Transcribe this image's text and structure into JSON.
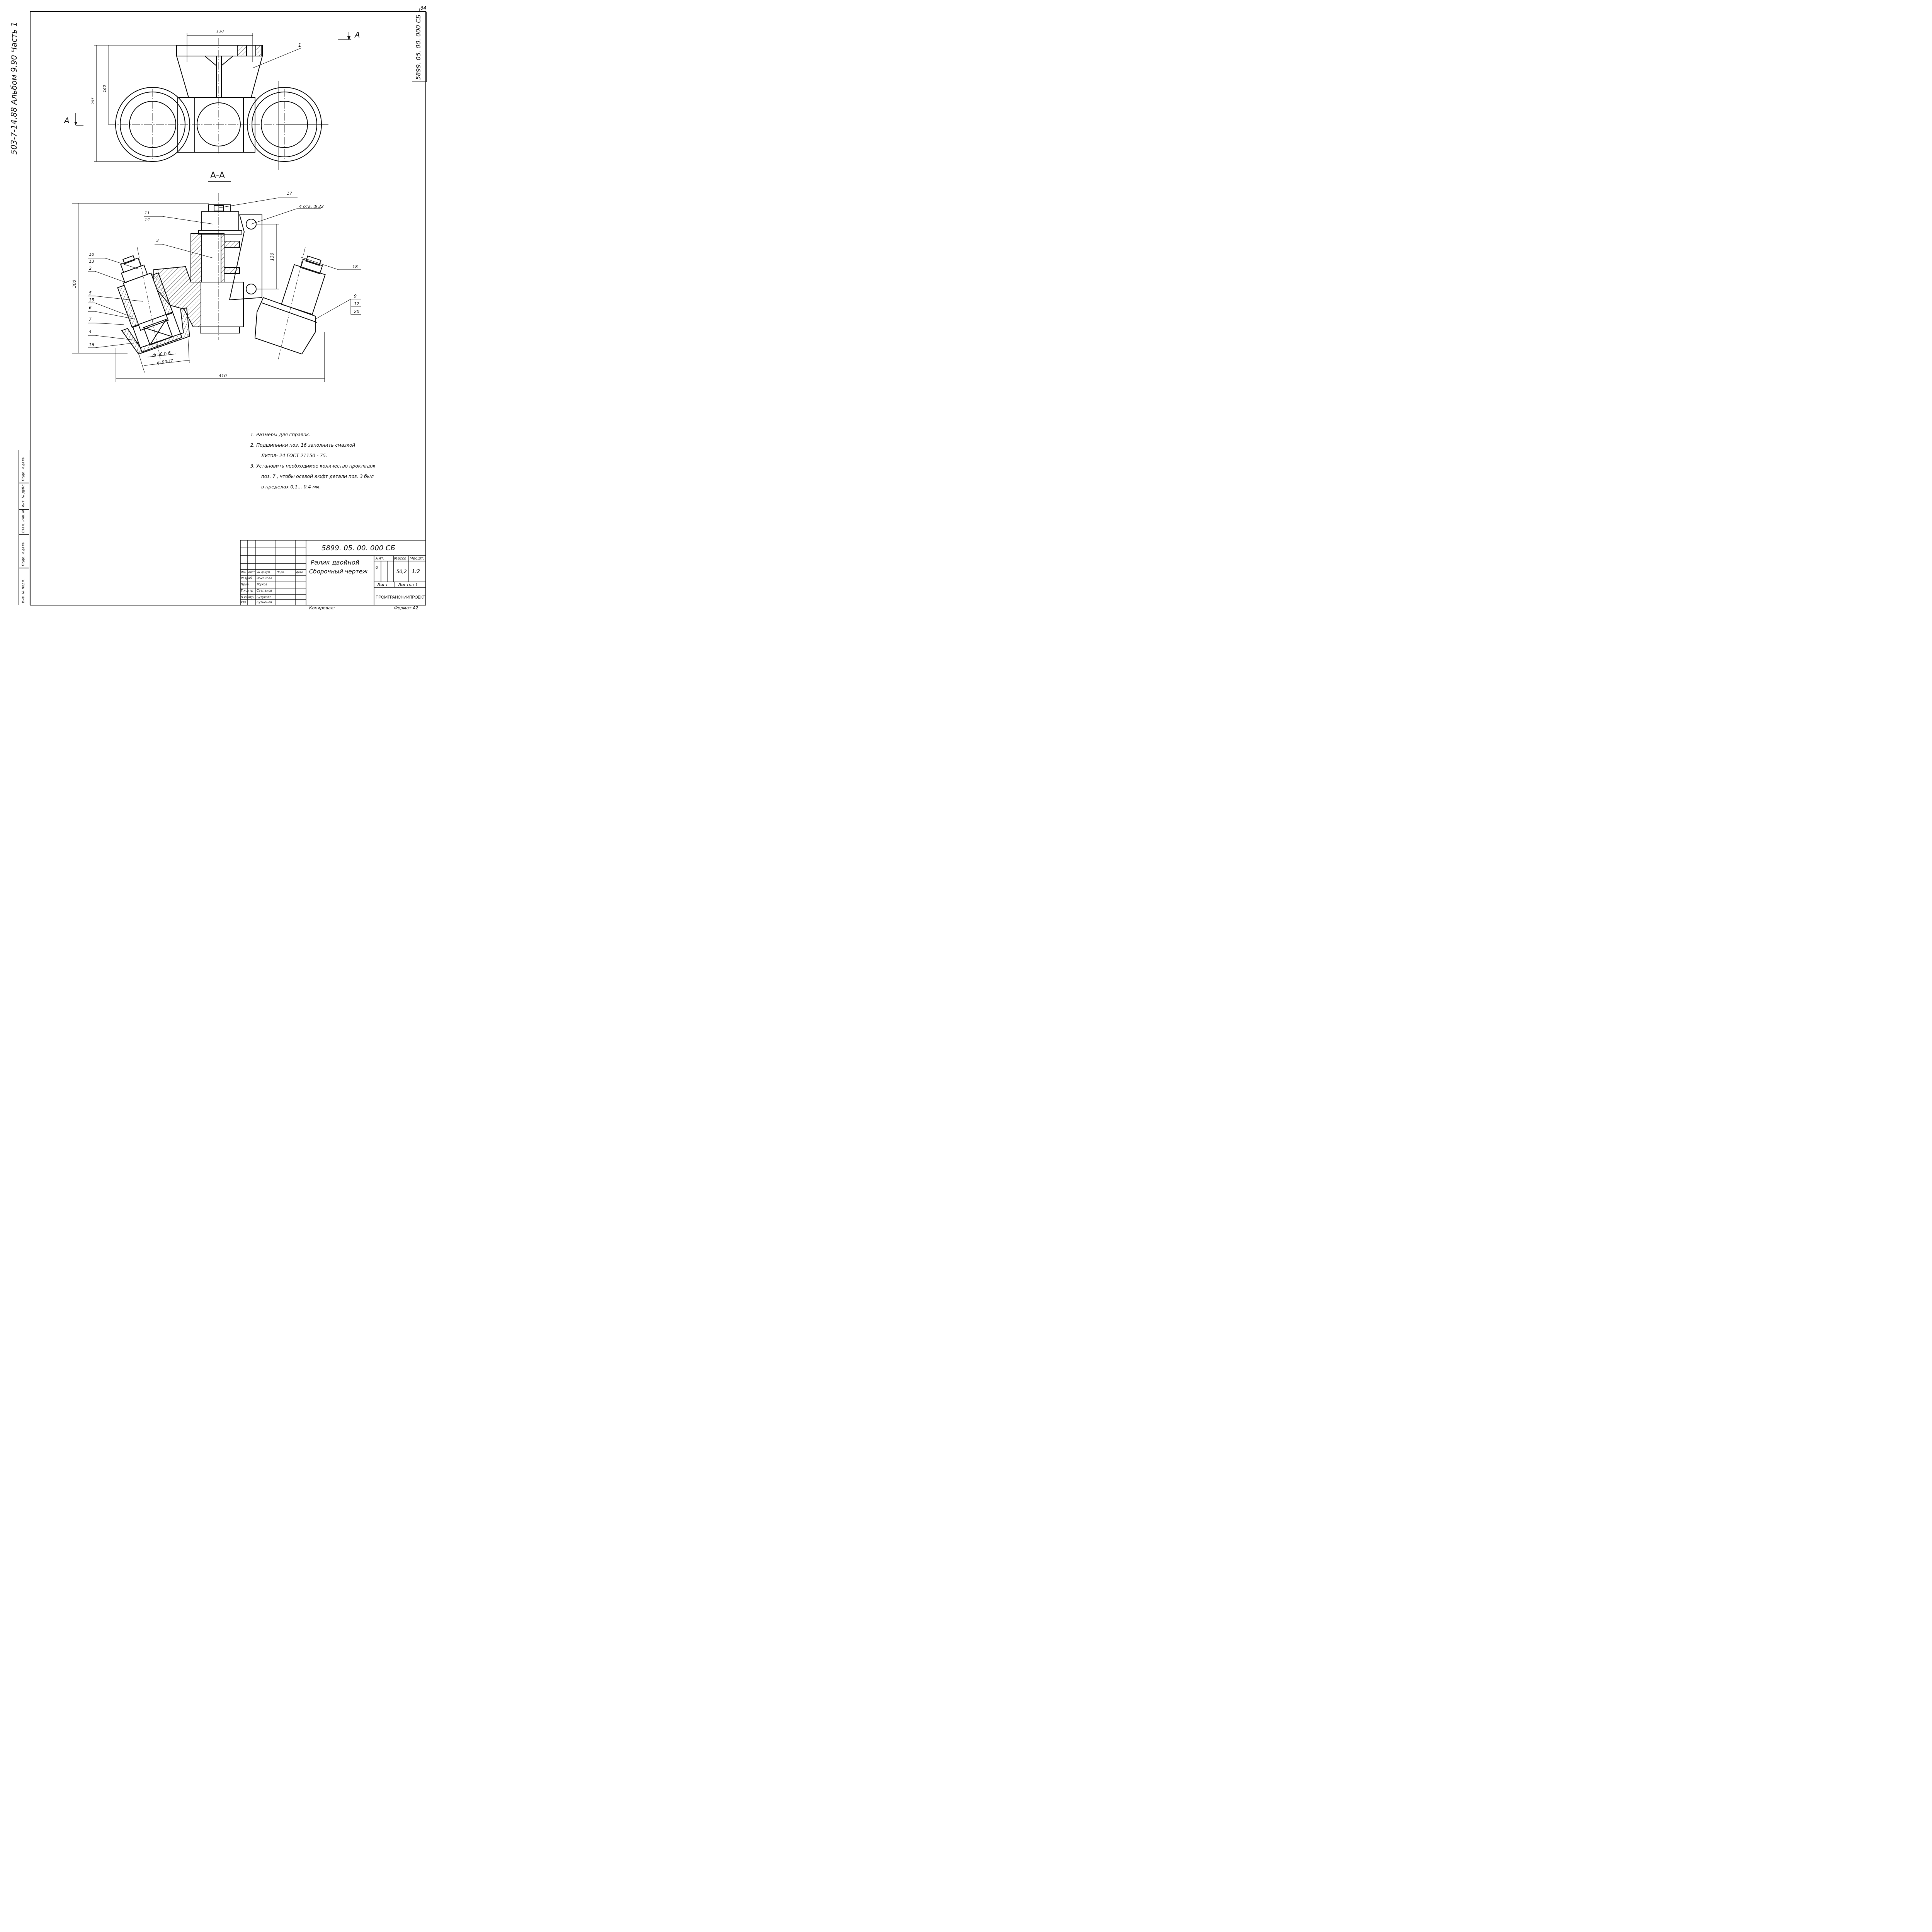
{
  "side_title": "503-7-14.88   Альбом 9.90   Часть 1",
  "sheet_number": "64",
  "drawing_code": "5899. 05. 00. 000 СБ",
  "section_marker": "А",
  "section_title": "А-А",
  "top_view": {
    "dims": {
      "width": "130",
      "height_inner": "160",
      "height_total": "205"
    },
    "callouts": [
      "1"
    ]
  },
  "section_view": {
    "dims": {
      "height": "300",
      "width": "410",
      "holes_spacing": "130",
      "holes": "4 отв. ф 22",
      "shaft": "ф 50 h 6",
      "bore": "ф 90Н7"
    },
    "callouts": [
      "17",
      "11",
      "14",
      "3",
      "10",
      "13",
      "2",
      "5",
      "15",
      "6",
      "7",
      "4",
      "16",
      "18",
      "9",
      "12",
      "20"
    ]
  },
  "notes": [
    "1. Размеры  для  справок.",
    "2. Подшипники  поз. 16  заполнить  смазкой",
    "Литол- 24  ГОСТ  21150 - 75.",
    "3. Установить  необходимое  количество  прокладок",
    "поз. 7 ,  чтобы  осевой  люфт  детали  поз. 3  был",
    "в пределах  0,1...  0,4  мм."
  ],
  "title_block": {
    "code": "5899. 05. 00. 000 СБ",
    "title_line1": "Ралик двойной",
    "title_line2": "Сборочный чертеж",
    "col_headers": [
      "Изм",
      "Лист",
      "№ докум.",
      "Подп.",
      "Дата"
    ],
    "roles": [
      {
        "role": "Разраб.",
        "name": "Романова"
      },
      {
        "role": "Пров.",
        "name": "Жуков"
      },
      {
        "role": "Т.контр",
        "name": "Степанов"
      },
      {
        "role": "",
        "name": ""
      },
      {
        "role": "Н.контр",
        "name": "Бузукова"
      },
      {
        "role": "Утв.",
        "name": "Кузнецов"
      }
    ],
    "lit_label": "Лит.",
    "mass_label": "Масса",
    "scale_label": "Масшт.",
    "lit_value": "0",
    "mass_value": "50,2",
    "scale_value": "1:2",
    "sheet_label": "Лист",
    "sheets_label": "Листов 1",
    "org": "ПРОМТРАНСНИИПРОЕКТ",
    "copied": "Копировал:",
    "format": "Формат А2"
  },
  "left_stamps": [
    "Инв. № подл.",
    "Подп. и дата",
    "Взам. инв. №",
    "Инв. № дубл.",
    "Подп. и дата"
  ]
}
